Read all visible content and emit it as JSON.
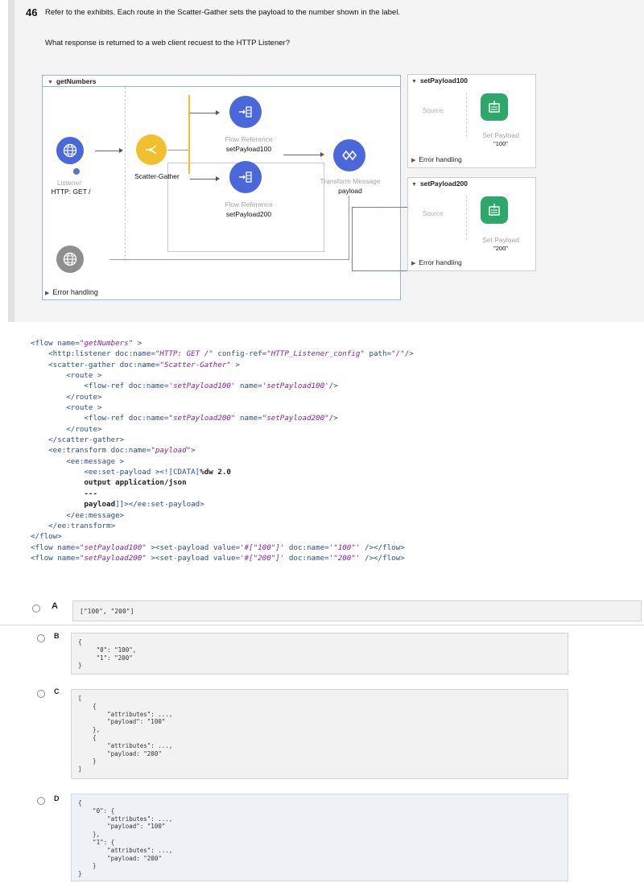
{
  "question": {
    "number": "46",
    "text": "Refer to the exhibits. Each route in the Scatter-Gather sets the payload to the number shown in the label.",
    "ask": "What response is returned to a web client recuest to the HTTP Listener?"
  },
  "diagram": {
    "flow_name": "getNumbers",
    "listener_label": "Listener",
    "listener_sub": "HTTP: GET /",
    "scatter_label": "Scatter-Gather",
    "ref1_label": "Flow Reference",
    "ref1_sub": "setPayload100",
    "ref2_label": "Flow Reference",
    "ref2_sub": "setPayload200",
    "transform_label": "Transform Message",
    "transform_sub": "payload",
    "error_main": "Error handling",
    "sub1": {
      "name": "setPayload100",
      "source": "Source",
      "set_label": "Set Payload",
      "set_value": "\"100\"",
      "error": "Error handling"
    },
    "sub2": {
      "name": "setPayload200",
      "source": "Source",
      "set_label": "Set Payload",
      "set_value": "\"200\"",
      "error": "Error handling"
    }
  },
  "code": {
    "l1a": "<flow name=",
    "l1b": "\"getNumbers\"",
    "l1c": " >",
    "l2a": "    <http:listener doc:name=",
    "l2b": "\"HTTP: GET /\"",
    "l2c": " config-ref=",
    "l2d": "\"HTTP_Listener_config\"",
    "l2e": " path=",
    "l2f": "\"/\"",
    "l2g": "/>",
    "l3a": "    <scatter-gather doc:name=",
    "l3b": "\"Scatter-Gather\"",
    "l3c": " >",
    "l4": "        <route >",
    "l5a": "            <flow-ref doc:name=",
    "l5b": "'setPayload100'",
    "l5c": " name=",
    "l5d": "'setPayload100'",
    "l5e": "/>",
    "l6": "        </route>",
    "l7": "        <route >",
    "l8a": "            <flow-ref doc:name=",
    "l8b": "\"setPayload200\"",
    "l8c": " name=",
    "l8d": "\"setPayload200\"",
    "l8e": "/>",
    "l9": "        </route>",
    "l10": "    </scatter-gather>",
    "l11a": "    <ee:transform doc:name=",
    "l11b": "\"payload\"",
    "l11c": ">",
    "l12": "        <ee:message >",
    "l13a": "            <ee:set-payload ><![CDATA[",
    "l13b": "%dw 2.0",
    "l14": "            output application/json",
    "l15": "            ---",
    "l16a": "            payload",
    "l16b": "]]></ee:set-payload>",
    "l17": "        </ee:message>",
    "l18": "    </ee:transform>",
    "l19": "</flow>",
    "l20a": "<flow name=",
    "l20b": "\"setPayload100\"",
    "l20c": " ><set-payload value=",
    "l20d": "'#[\"100\"]'",
    "l20e": " doc:name=",
    "l20f": "'\"100\"'",
    "l20g": " /></flow>",
    "l21a": "<flow name=",
    "l21b": "\"setPayload200\"",
    "l21c": " ><set-payload value=",
    "l21d": "'#[\"200\"]'",
    "l21e": " doc:name=",
    "l21f": "'\"200\"'",
    "l21g": " /></flow>"
  },
  "answers": {
    "a": {
      "letter": "A",
      "lines": [
        "[\"100\", \"200\"]"
      ]
    },
    "b": {
      "letter": "B",
      "lines": [
        "{",
        "     \"0\": \"100\",",
        "     \"1\": \"200\"",
        "}"
      ]
    },
    "c": {
      "letter": "C",
      "lines": [
        "[",
        "    {",
        "        \"attributes\": ...,",
        "        \"payload\": \"100\"",
        "    },",
        "    {",
        "        \"attributes\": ...,",
        "        \"payload: \"200\"",
        "    }",
        "]"
      ]
    },
    "d": {
      "letter": "D",
      "lines": [
        "{",
        "    \"0\": {",
        "        \"attributes\": ...,",
        "        \"payload\": \"100\"",
        "    },",
        "    \"1\": {",
        "        \"attributes\": ...,",
        "        \"payload: \"200\"",
        "    }",
        "}"
      ]
    }
  }
}
